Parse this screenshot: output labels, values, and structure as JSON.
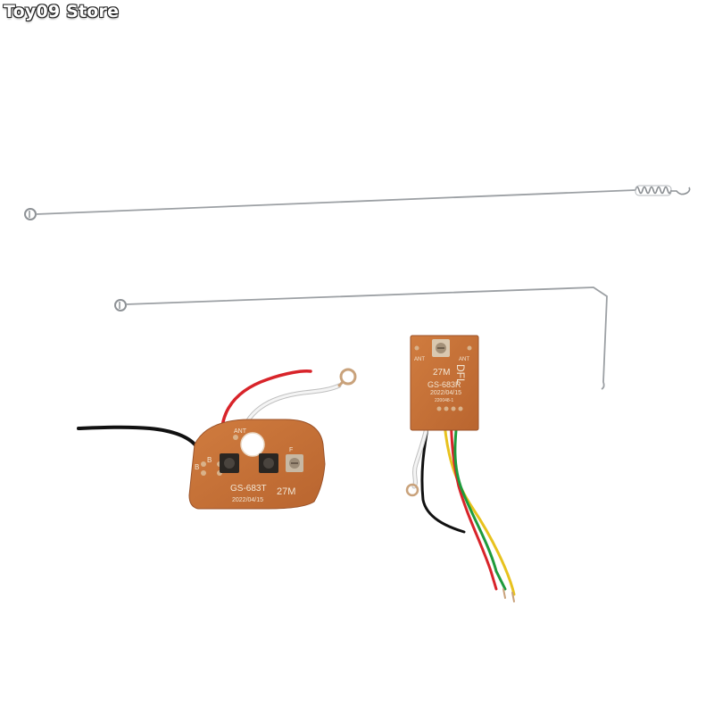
{
  "watermark": {
    "store_name": "Toy09 Store"
  },
  "transmitter_board": {
    "model": "GS-683T",
    "date": "2022/04/15",
    "frequency": "27M",
    "ant_label": "ANT",
    "pad_labels": [
      "B",
      "B",
      "F"
    ]
  },
  "receiver_board": {
    "model": "GS-683R",
    "date": "2022/04/15",
    "frequency": "27M",
    "ant_label_left": "ANT",
    "ant_label_right": "ANT",
    "marking_rotated": "DFL",
    "serial": "220048-1"
  },
  "colors": {
    "background": "#ffffff",
    "pcb": "#c9733a",
    "wire_black": "#111111",
    "wire_red": "#d8242a",
    "wire_white": "#eeeeee",
    "wire_yellow": "#e8c21e",
    "wire_green": "#1e9b3c",
    "antenna_steel": "#8e9296"
  },
  "icons": [
    "spring-antenna-icon",
    "whip-antenna-icon",
    "push-button-icon",
    "trim-potentiometer-icon"
  ]
}
